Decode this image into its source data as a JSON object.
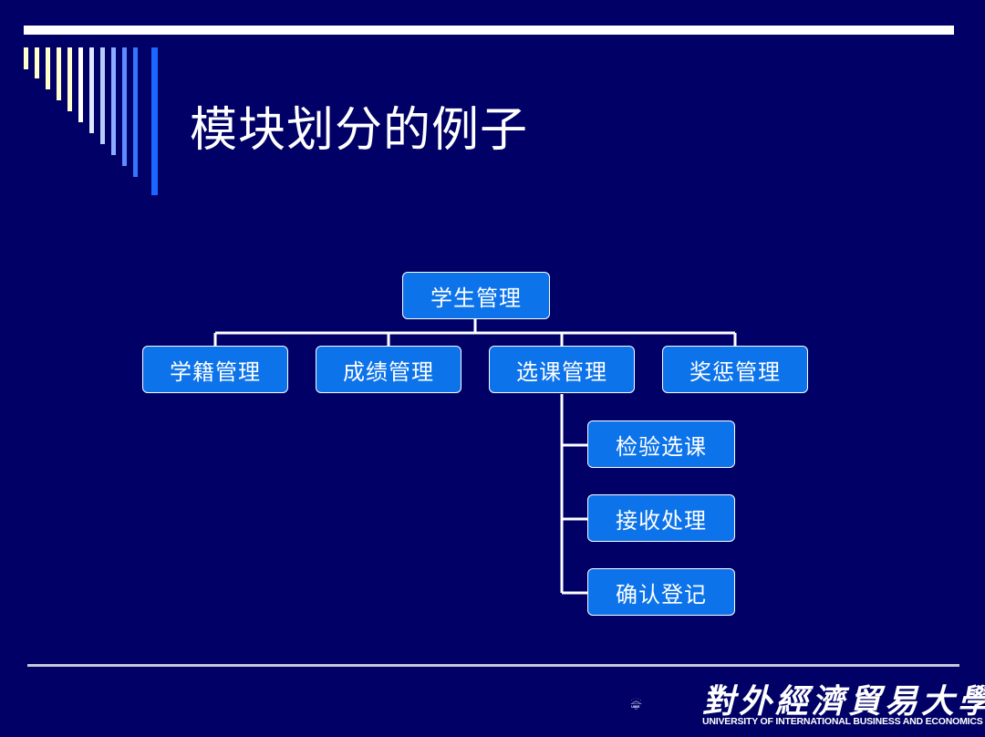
{
  "slide": {
    "title": "模块划分的例子"
  },
  "diagram": {
    "root": "学生管理",
    "children": [
      "学籍管理",
      "成绩管理",
      "选课管理",
      "奖惩管理"
    ],
    "subchildren": [
      "检验选课",
      "接收处理",
      "确认登记"
    ]
  },
  "footer": {
    "logo_cn": "對外經濟貿易大學",
    "logo_en": "UNIVERSITY OF INTERNATIONAL BUSINESS AND ECONOMICS",
    "logo_year": "1951",
    "logo_abbr": "UIBE"
  },
  "colors": {
    "background": "#000066",
    "node_fill": "#0c73ea",
    "stripe_light": "#ffffcc",
    "stripe_blue": "#1a66ff"
  }
}
